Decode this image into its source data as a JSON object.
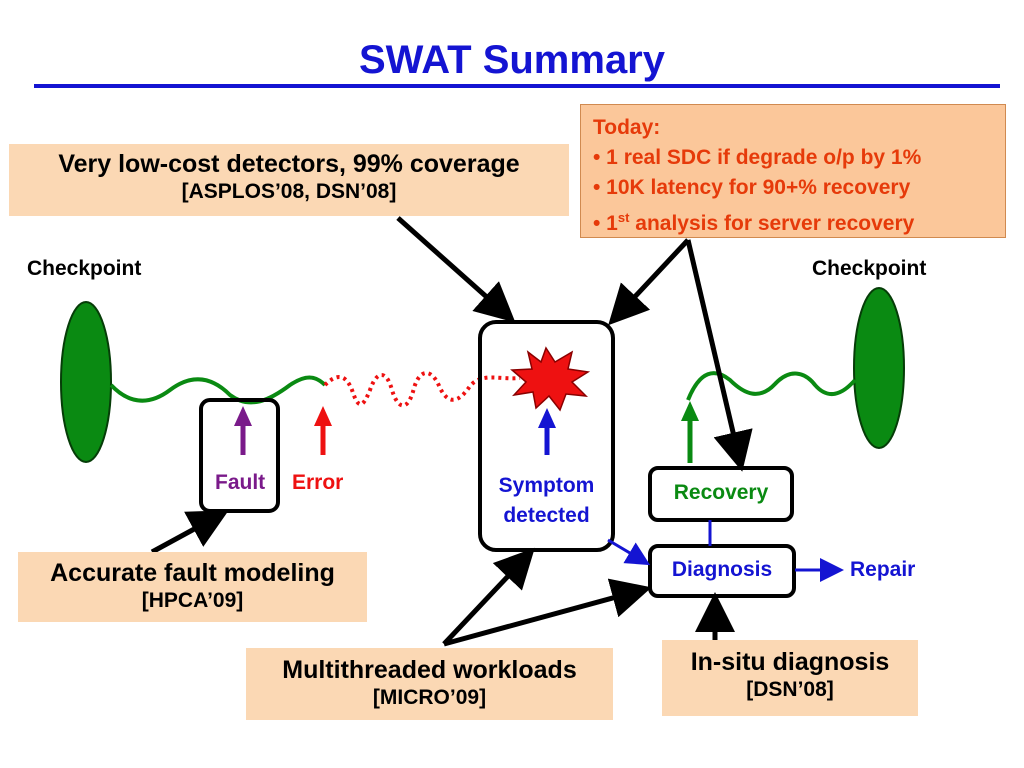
{
  "title": "SWAT Summary",
  "boxes": {
    "detectors": {
      "main": "Very low-cost detectors, 99% coverage",
      "ref": "[ASPLOS’08, DSN’08]"
    },
    "fault_modeling": {
      "main": "Accurate fault modeling",
      "ref": "[HPCA’09]"
    },
    "multithreaded": {
      "main": "Multithreaded  workloads",
      "ref": "[MICRO’09]"
    },
    "insitu": {
      "main": "In-situ diagnosis",
      "ref": "[DSN’08]"
    }
  },
  "today": {
    "heading": "Today:",
    "items": [
      {
        "prefix": "• 1 real SDC if degrade o/p by 1%"
      },
      {
        "prefix": "• 10K  latency for 90+% recovery"
      },
      {
        "prefix": "• 1",
        "sup": "st",
        "suffix": " analysis for server recovery"
      }
    ]
  },
  "labels": {
    "checkpoint_left": "Checkpoint",
    "checkpoint_right": "Checkpoint",
    "fault": "Fault",
    "error": "Error",
    "symptom_line1": "Symptom",
    "symptom_line2": "detected",
    "recovery": "Recovery",
    "diagnosis": "Diagnosis",
    "repair": "Repair"
  },
  "colors": {
    "title": "#1414d2",
    "box_fill": "#fbd8b4",
    "today_fill": "#fbc79a",
    "today_text": "#e63a0a",
    "green": "#0a8a12",
    "red": "#ee1111",
    "purple": "#7a1a8a",
    "blue": "#1414d2"
  }
}
